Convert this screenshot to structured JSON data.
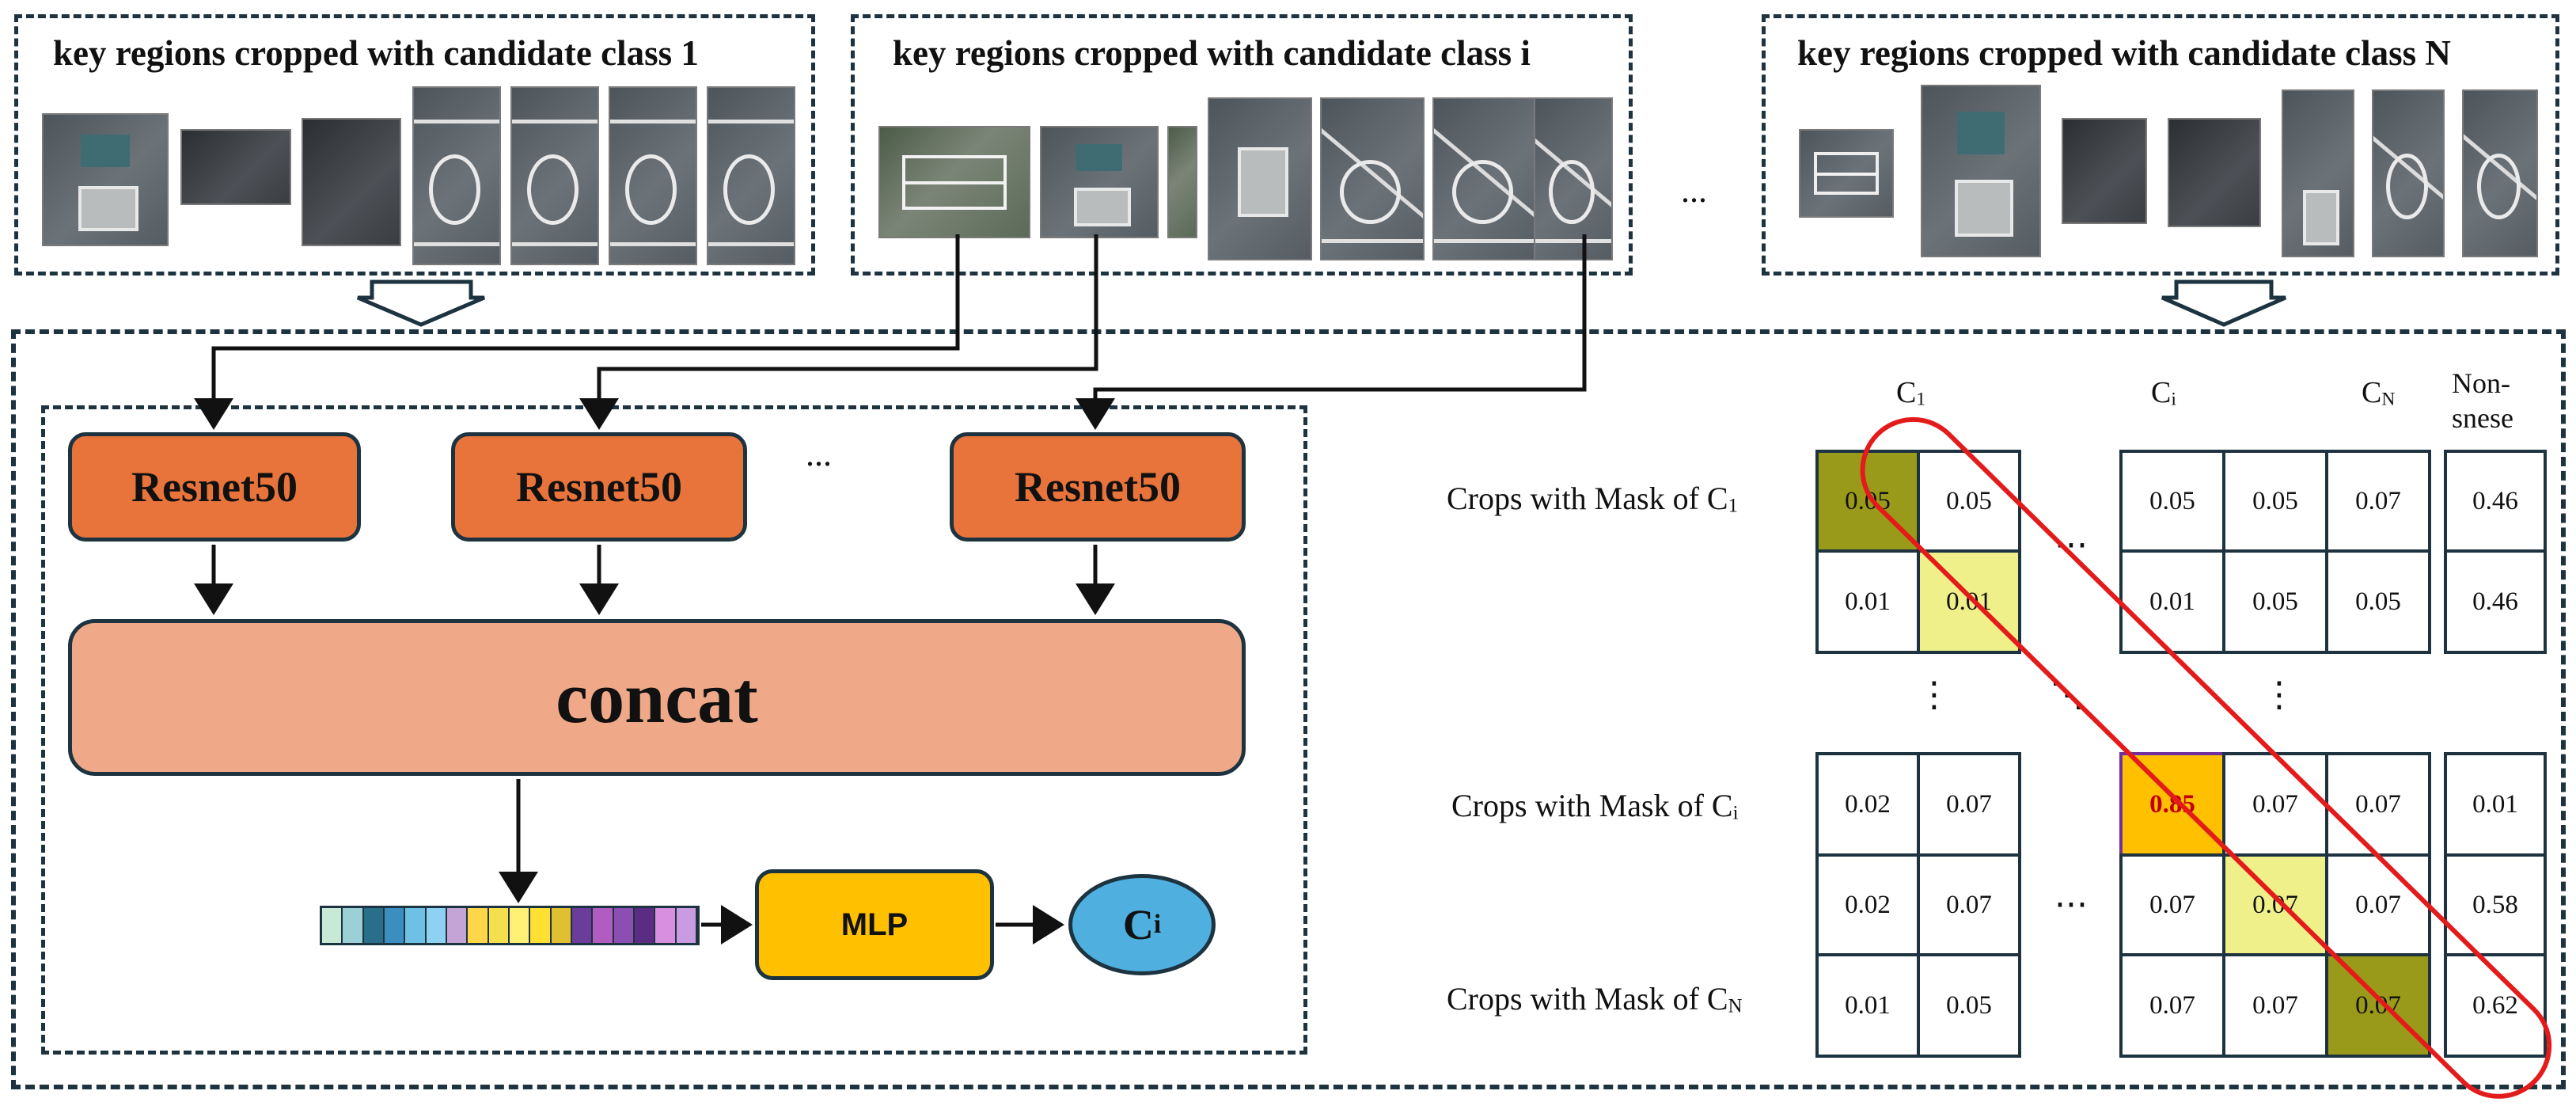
{
  "top_panels": [
    {
      "label": "key regions cropped with candidate class 1"
    },
    {
      "label": "key regions cropped with candidate class i"
    },
    {
      "label": "key regions cropped with candidate class N"
    }
  ],
  "top_ellipsis": "...",
  "network": {
    "resnet_labels": [
      "Resnet50",
      "Resnet50",
      "Resnet50"
    ],
    "resnet_ellipsis": "...",
    "concat_label": "concat",
    "mlp_label": "MLP",
    "output_label": "C",
    "output_sub": "i",
    "feature_colors": [
      "#c8e9d6",
      "#9ad0d6",
      "#2a6f8a",
      "#3a8fc0",
      "#6ec1e4",
      "#8fd1f0",
      "#c4a3d6",
      "#ffd54a",
      "#f4e04d",
      "#fff176",
      "#ffe033",
      "#e0c030",
      "#6a3d9a",
      "#b15cc0",
      "#8a4fb0",
      "#5a2d82",
      "#d98fe0",
      "#c99be0"
    ]
  },
  "matrix": {
    "col_headers": [
      {
        "main": "C",
        "sub": "1"
      },
      {
        "main": "C",
        "sub": "i"
      },
      {
        "main": "C",
        "sub": "N"
      },
      {
        "main": "Non-\nsnese",
        "sub": ""
      }
    ],
    "row_labels": [
      {
        "main": "Crops with Mask of C",
        "sub": "1"
      },
      {
        "main": "Crops with Mask of C",
        "sub": "i"
      },
      {
        "main": "Crops with Mask of C",
        "sub": "N"
      }
    ],
    "ellipsis_h": "···",
    "ellipsis_v": "⋮",
    "ellipsis_d": "⋱",
    "top_block": [
      [
        "0.05",
        "0.05"
      ],
      [
        "0.01",
        "0.01"
      ]
    ],
    "top_right": [
      [
        "0.05",
        "0.05",
        "0.07"
      ],
      [
        "0.01",
        "0.05",
        "0.05"
      ]
    ],
    "top_non": [
      "0.46",
      "0.46"
    ],
    "bottom_left": [
      [
        "0.02",
        "0.07"
      ],
      [
        "0.02",
        "0.07"
      ],
      [
        "0.01",
        "0.05"
      ]
    ],
    "bottom_right": [
      [
        "0.85",
        "0.07",
        "0.07"
      ],
      [
        "0.07",
        "0.07",
        "0.07"
      ],
      [
        "0.07",
        "0.07",
        "0.07"
      ]
    ],
    "bottom_non": [
      "0.01",
      "0.58",
      "0.62"
    ],
    "colors": {
      "olive": "#9a9a1a",
      "light_yellow": "#f0f08a",
      "orange": "#ffc000",
      "highlight_text": "#c00000",
      "ring": "#e41b1b"
    }
  }
}
